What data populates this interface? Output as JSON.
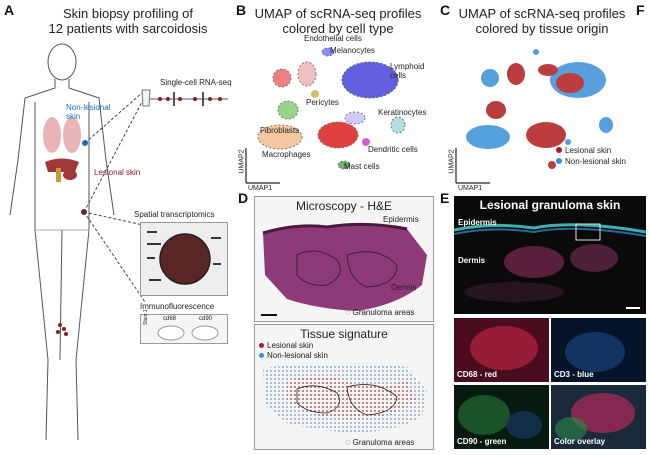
{
  "panels": {
    "A": {
      "label": "A",
      "title_line1": "Skin biopsy profiling of",
      "title_line2": "12 patients with sarcoidosis",
      "non_lesional_line1": "Non-lesional",
      "non_lesional_line2": "skin",
      "lesional": "Lesional skin",
      "scrna": "Single-cell RNA-seq",
      "spatial": "Spatial transcriptomics",
      "if": "Immunofluorescence",
      "if_cd68": "cd68",
      "if_cd90": "cd90",
      "if_side": "Stain 1"
    },
    "B": {
      "label": "B",
      "title_line1": "UMAP of scRNA-seq profiles",
      "title_line2": "colored by cell type",
      "clusters": {
        "endothelial": "Endothelial cells",
        "melanocytes": "Melanocytes",
        "lymphoid_line1": "Lymphoid",
        "lymphoid_line2": "cells",
        "pericytes": "Pericytes",
        "keratinocytes": "Keratinocytes",
        "fibroblasts": "Fibroblasts",
        "dendritic": "Dendritic cells",
        "macrophages": "Macrophages",
        "mast": "Mast cells"
      },
      "xaxis": "UMAP1",
      "yaxis": "UMAP2"
    },
    "C": {
      "label": "C",
      "title_line1": "UMAP of scRNA-seq profiles",
      "title_line2": "colored by tissue origin",
      "legend_lesional": "Lesional skin",
      "legend_nonlesional": "Non-lesional skin",
      "xaxis": "UMAP1",
      "yaxis": "UMAP2",
      "colors": {
        "lesional": "#b01c1c",
        "nonlesional": "#3a8fd8"
      }
    },
    "D": {
      "label": "D",
      "title": "Microscopy - H&E",
      "epidermis": "Epidermis",
      "dermis": "Dermis",
      "granuloma": "Granuloma areas",
      "sig_title": "Tissue signature",
      "sig_lesional": "Lesional skin",
      "sig_nonlesional": "Non-lesional skin",
      "sig_granuloma": "Granuloma areas"
    },
    "E": {
      "label": "E",
      "title": "Lesional granuloma skin",
      "epidermis": "Epidermis",
      "dermis": "Dermis",
      "cd68": "CD68 - red",
      "cd3": "CD3 - blue",
      "cd90": "CD90 - green",
      "overlay": "Color overlay"
    },
    "F": {
      "label": "F"
    }
  }
}
